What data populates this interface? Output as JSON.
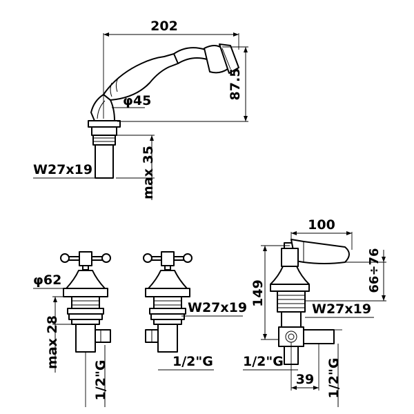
{
  "hand_shower": {
    "width_dim": "202",
    "height_dim": "87.5",
    "diameter_dim": "φ45",
    "thread_dim": "W27x19",
    "max_dim": "max 35"
  },
  "cross_valve": {
    "diameter_dim": "φ62",
    "max_dim": "max 28",
    "connection_dim": "1/2\"G"
  },
  "cross_valve_right": {
    "thread_dim": "W27x19",
    "connection_dim": "1/2\"G"
  },
  "lever_mixer": {
    "width_dim": "100",
    "height_dim": "149",
    "range_dim": "66÷76",
    "thread_dim": "W27x19",
    "outlet_dim": "1/2\"G",
    "inlet_dim": "1/2\"G",
    "offset_dim": "39"
  }
}
